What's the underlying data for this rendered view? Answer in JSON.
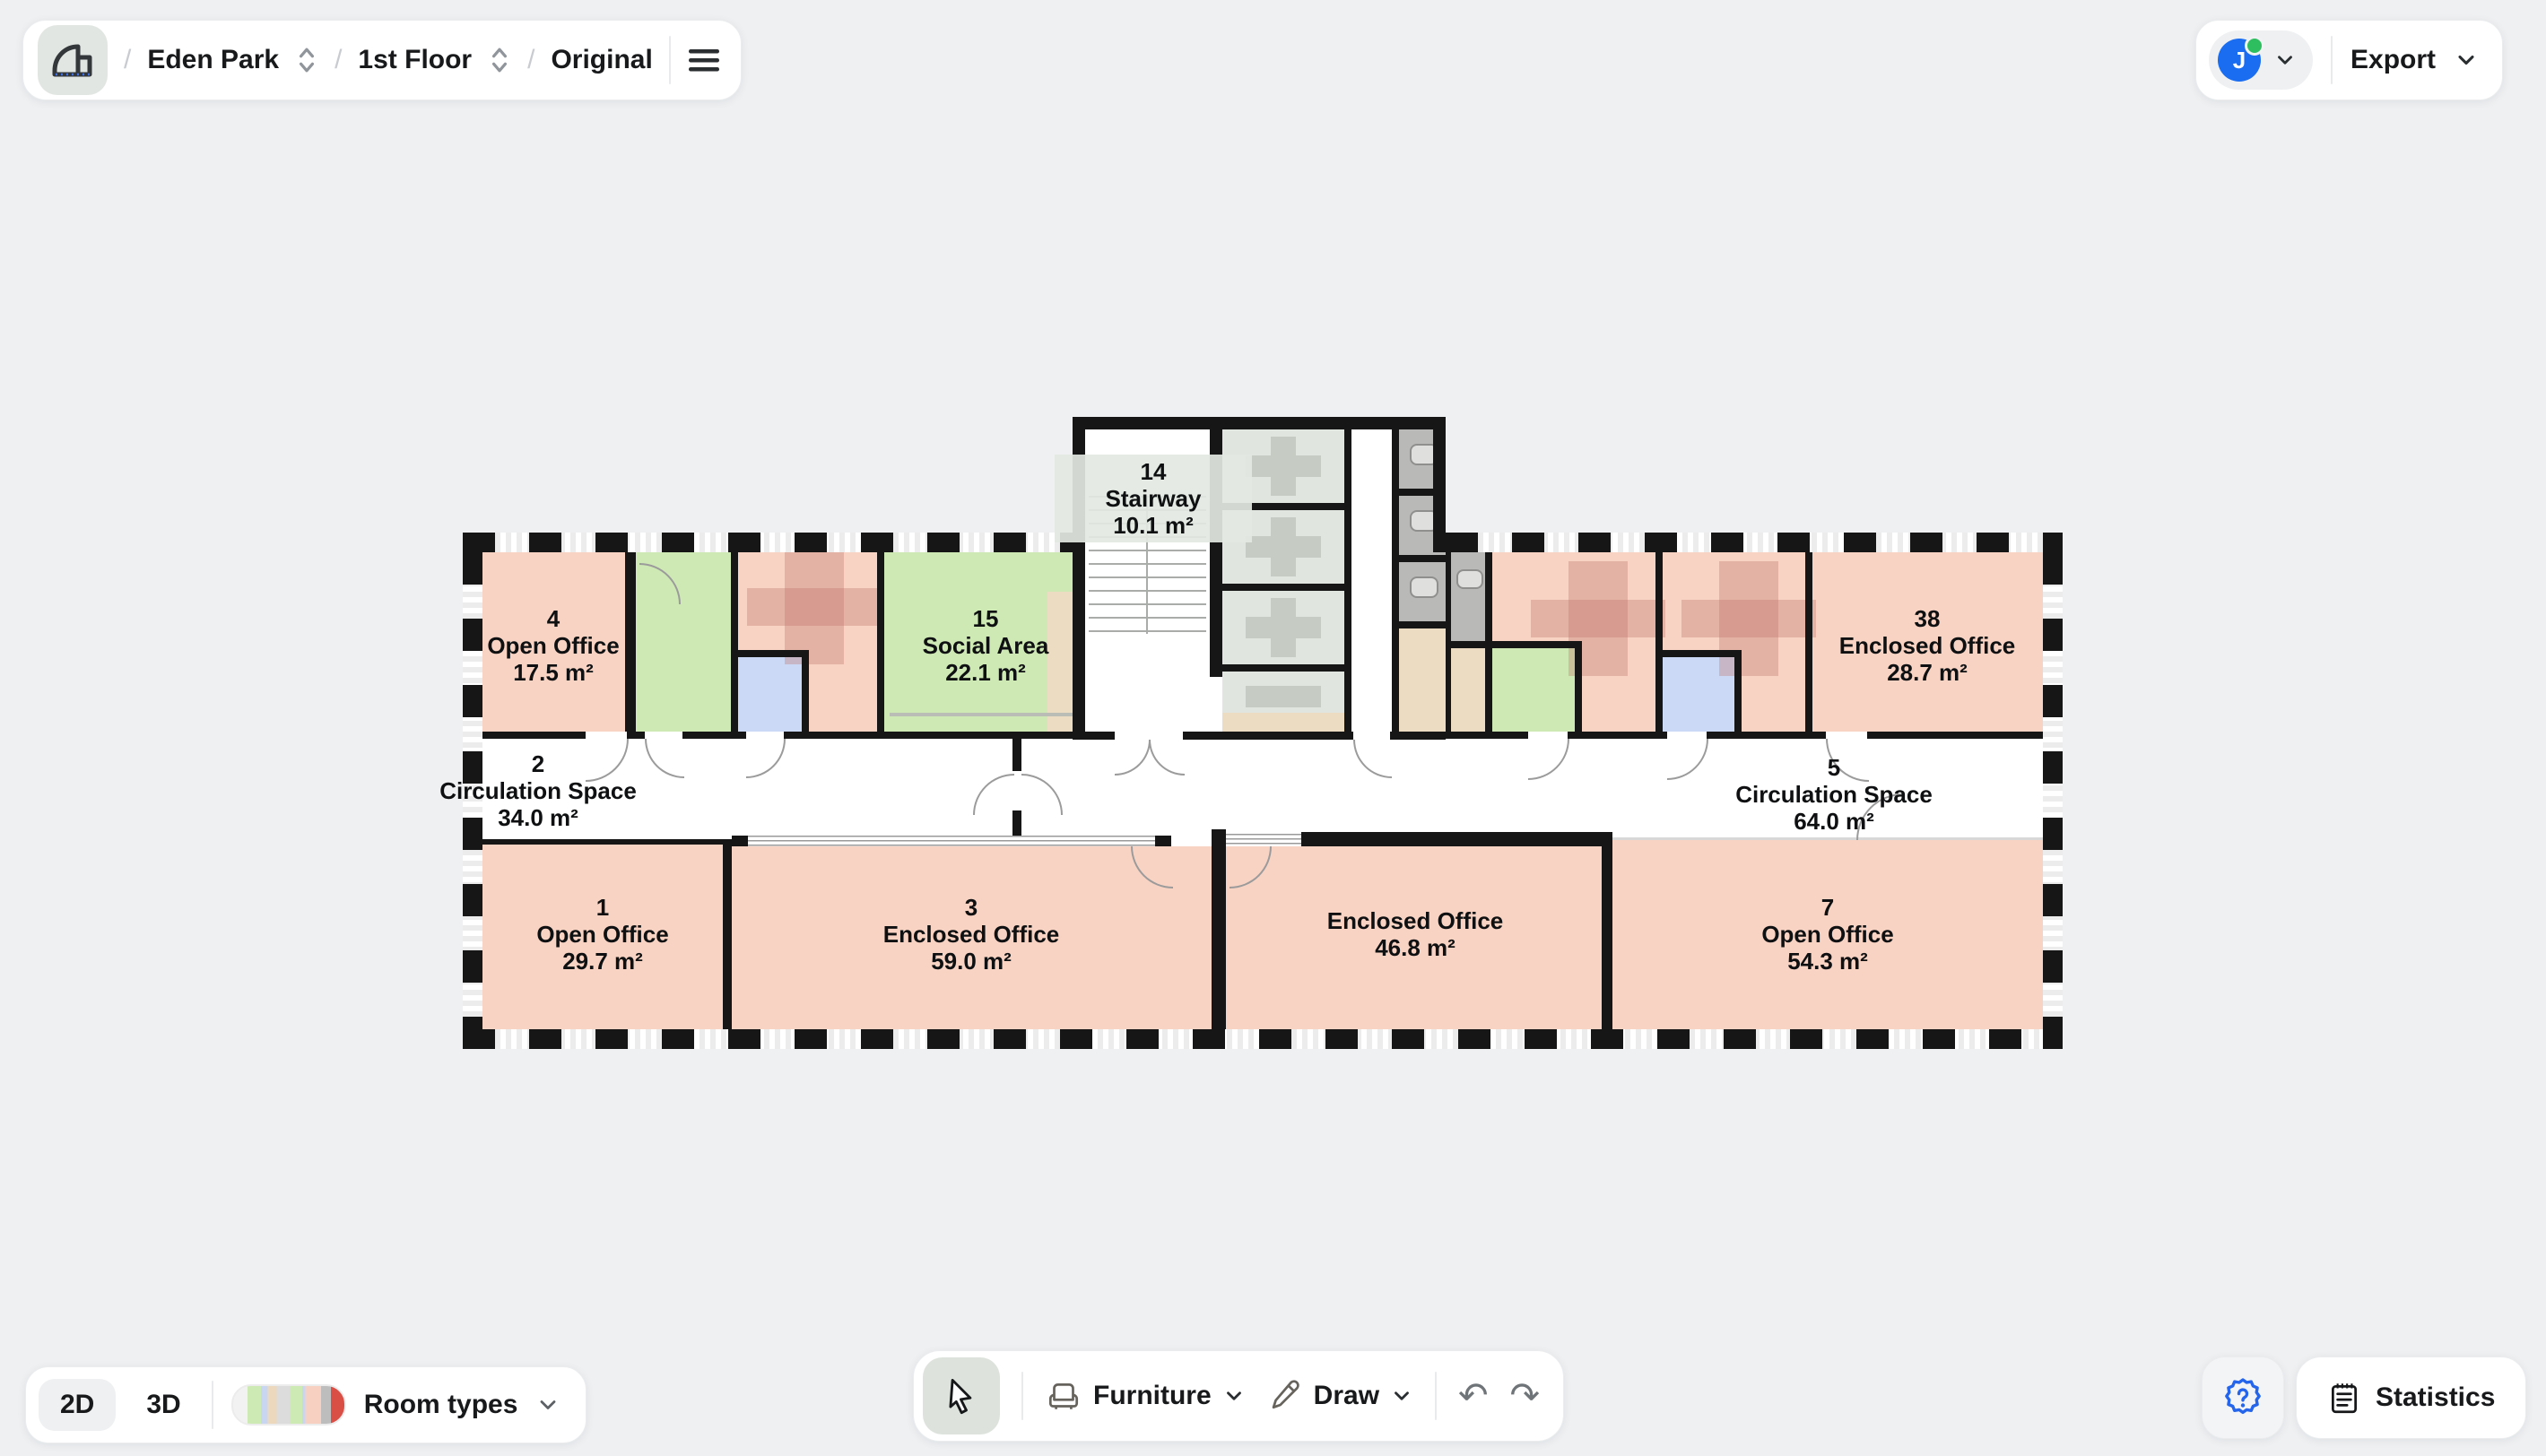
{
  "header": {
    "breadcrumb": {
      "project": "Eden Park",
      "floor": "1st Floor",
      "version": "Original"
    },
    "user": {
      "initial": "J"
    },
    "export_label": "Export"
  },
  "toolbar": {
    "furniture_label": "Furniture",
    "draw_label": "Draw",
    "undo_glyph": "↶",
    "redo_glyph": "↷"
  },
  "footer_left": {
    "mode_2d": "2D",
    "mode_3d": "3D",
    "room_types_label": "Room types"
  },
  "footer_right": {
    "statistics_label": "Statistics"
  },
  "rooms": [
    {
      "number": "4",
      "name": "Open Office",
      "area": "17.5 m²"
    },
    {
      "number": "15",
      "name": "Social Area",
      "area": "22.1 m²"
    },
    {
      "number": "14",
      "name": "Stairway",
      "area": "10.1 m²"
    },
    {
      "number": "38",
      "name": "Enclosed Office",
      "area": "28.7 m²"
    },
    {
      "number": "2",
      "name": "Circulation Space",
      "area": "34.0 m²"
    },
    {
      "number": "5",
      "name": "Circulation Space",
      "area": "64.0 m²"
    },
    {
      "number": "1",
      "name": "Open Office",
      "area": "29.7 m²"
    },
    {
      "number": "3",
      "name": "Enclosed Office",
      "area": "59.0 m²"
    },
    {
      "number": "",
      "name": "Enclosed Office",
      "area": "46.8 m²"
    },
    {
      "number": "7",
      "name": "Open Office",
      "area": "54.3 m²"
    }
  ],
  "icons": {
    "logo": "building-logo",
    "breadcrumb_sort": "up-down-chevrons",
    "menu": "hamburger",
    "chevron": "chevron-down",
    "pointer_tool": "cursor-arrow",
    "furniture": "armchair",
    "draw": "pencil",
    "undo": "undo-arrow",
    "redo": "redo-arrow",
    "help": "question-badge",
    "statistics": "clipboard"
  },
  "colors": {
    "canvas_bg": "#eef0f2",
    "wall": "#161616",
    "room_office_peach": "#f8d3c4",
    "room_social_green": "#cfe9b5",
    "room_small_blue": "#ccd9f6",
    "room_service_tan": "#ecdcc1",
    "room_booth_sage": "#e0e5df",
    "room_wc_gray": "#b9bab7",
    "desk_rose": "#dcafa5",
    "avatar_blue": "#1a6cf0",
    "online_green": "#2fbe5f",
    "help_blue": "#2465ec",
    "selected_chip_sage": "#dde3dc",
    "room_type_legend": [
      "#f2f2f2",
      "#cde9b4",
      "#c9d6f2",
      "#ecd9bd",
      "#dcdcdc",
      "#cde9b4",
      "#f8d0c1",
      "#bdbdbd",
      "#d94f46"
    ]
  }
}
